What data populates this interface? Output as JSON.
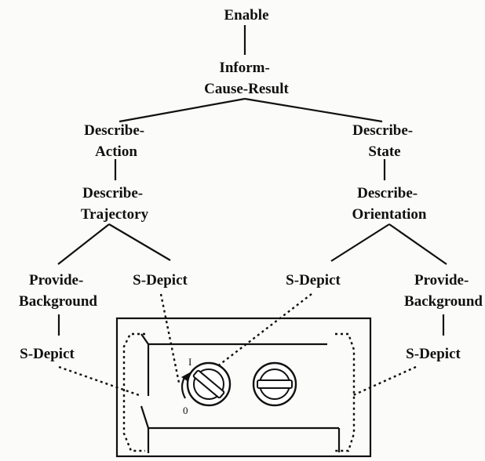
{
  "diagram": {
    "nodes": [
      {
        "id": "enable",
        "lines": [
          "Enable"
        ]
      },
      {
        "id": "inform",
        "lines": [
          "Inform-",
          "Cause-Result"
        ]
      },
      {
        "id": "describe_action",
        "lines": [
          "Describe-",
          "Action"
        ]
      },
      {
        "id": "describe_state",
        "lines": [
          "Describe-",
          "State"
        ]
      },
      {
        "id": "describe_trajectory",
        "lines": [
          "Describe-",
          "Trajectory"
        ]
      },
      {
        "id": "describe_orientation",
        "lines": [
          "Describe-",
          "Orientation"
        ]
      },
      {
        "id": "provide_background_left",
        "lines": [
          "Provide-",
          "Background"
        ]
      },
      {
        "id": "s_depict_left_mid",
        "lines": [
          "S-Depict"
        ]
      },
      {
        "id": "s_depict_right_mid",
        "lines": [
          "S-Depict"
        ]
      },
      {
        "id": "provide_background_right",
        "lines": [
          "Provide-",
          "Background"
        ]
      },
      {
        "id": "s_depict_bottom_left",
        "lines": [
          "S-Depict"
        ]
      },
      {
        "id": "s_depict_bottom_right",
        "lines": [
          "S-Depict"
        ]
      }
    ],
    "edges": [
      [
        "enable",
        "inform"
      ],
      [
        "inform",
        "describe_action"
      ],
      [
        "inform",
        "describe_state"
      ],
      [
        "describe_action",
        "describe_trajectory"
      ],
      [
        "describe_state",
        "describe_orientation"
      ],
      [
        "describe_trajectory",
        "provide_background_left"
      ],
      [
        "describe_trajectory",
        "s_depict_left_mid"
      ],
      [
        "describe_orientation",
        "s_depict_right_mid"
      ],
      [
        "describe_orientation",
        "provide_background_right"
      ],
      [
        "provide_background_left",
        "s_depict_bottom_left"
      ],
      [
        "provide_background_right",
        "s_depict_bottom_right"
      ]
    ],
    "figure": {
      "dial_label_top": "I",
      "dial_label_bottom": "0"
    },
    "colors": {
      "ink": "#111111",
      "background": "#fbfbfa"
    }
  }
}
